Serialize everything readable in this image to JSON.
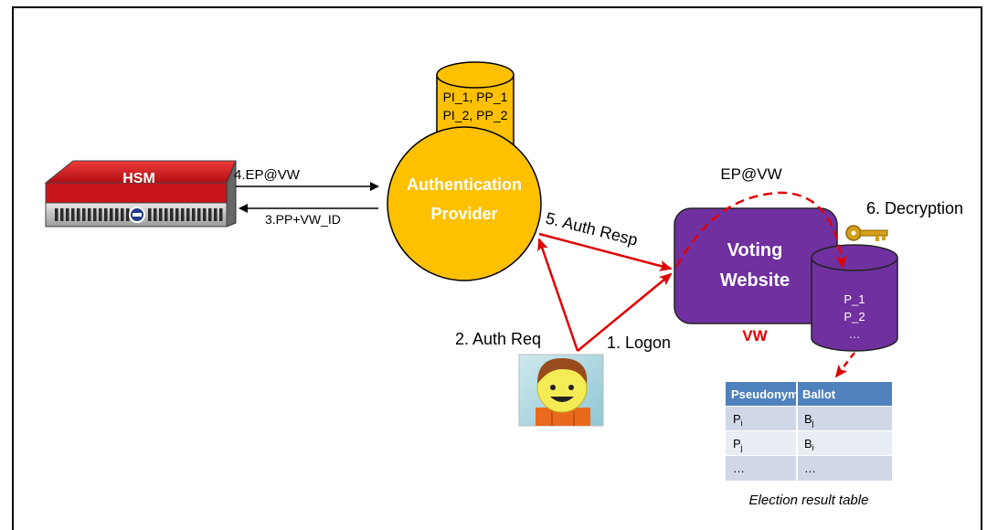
{
  "hsm": {
    "label": "HSM"
  },
  "auth_provider": {
    "line1": "Authentication",
    "line2": "Provider"
  },
  "auth_db": {
    "rows": [
      "PI_1, PP_1",
      "PI_2, PP_2",
      "… … .."
    ]
  },
  "voting_website": {
    "line1": "Voting",
    "line2": "Website",
    "tag": "VW"
  },
  "vw_db": {
    "rows": [
      "P_1",
      "P_2",
      "…"
    ]
  },
  "arrows": {
    "ep_vw_left": "4.EP@VW",
    "pp_vw_id": "3.PP+VW_ID",
    "ep_vw_top": "EP@VW",
    "decryption": "6. Decryption",
    "auth_resp": "5. Auth Resp",
    "auth_req": "2. Auth Req",
    "logon": "1. Logon"
  },
  "result_table": {
    "headers": [
      "Pseudonym",
      "Ballot"
    ],
    "rows": [
      {
        "a": "P",
        "a_sub": "i",
        "b": "B",
        "b_sub": "j"
      },
      {
        "a": "P",
        "a_sub": "j",
        "b": "B",
        "b_sub": "i"
      },
      {
        "a": "…",
        "a_sub": "",
        "b": "…",
        "b_sub": ""
      }
    ],
    "caption": "Election result table"
  },
  "colors": {
    "gold": "#FFC000",
    "purple": "#7030A0",
    "hsm_red": "#D9141B",
    "arrow_red": "#E00000",
    "table_header": "#4F81BD"
  }
}
